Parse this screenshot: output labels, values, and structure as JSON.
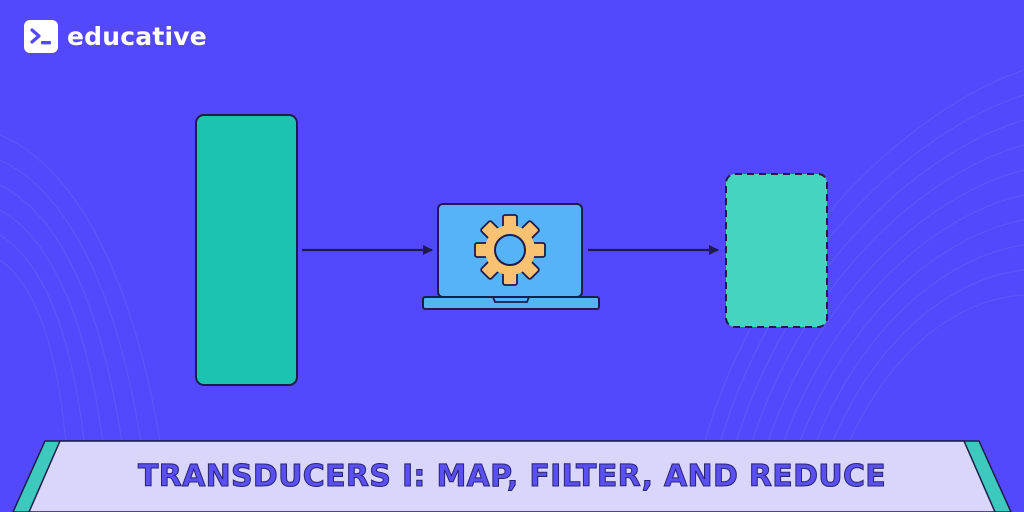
{
  "brand": {
    "name": "educative",
    "logo_icon": "terminal-prompt-icon"
  },
  "diagram": {
    "nodes": [
      {
        "id": "input-collection",
        "icon": "tall-rectangle",
        "style": "solid"
      },
      {
        "id": "transducer",
        "icon": "laptop-gear-icon"
      },
      {
        "id": "output-collection",
        "icon": "dashed-rectangle",
        "style": "dashed"
      }
    ],
    "edges": [
      {
        "from": "input-collection",
        "to": "transducer"
      },
      {
        "from": "transducer",
        "to": "output-collection"
      }
    ]
  },
  "banner": {
    "title": "TRANSDUCERS I: MAP, FILTER, AND REDUCE"
  },
  "colors": {
    "background": "#5448fc",
    "input_block": "#1bc3b0",
    "output_block": "#44d4c0",
    "laptop_screen": "#56b3f8",
    "gear": "#f8c272",
    "banner_fill": "#d9d6fb",
    "banner_accent": "#3ec9be",
    "title_text": "#5a4ff0",
    "outline": "#1e1c4a"
  }
}
